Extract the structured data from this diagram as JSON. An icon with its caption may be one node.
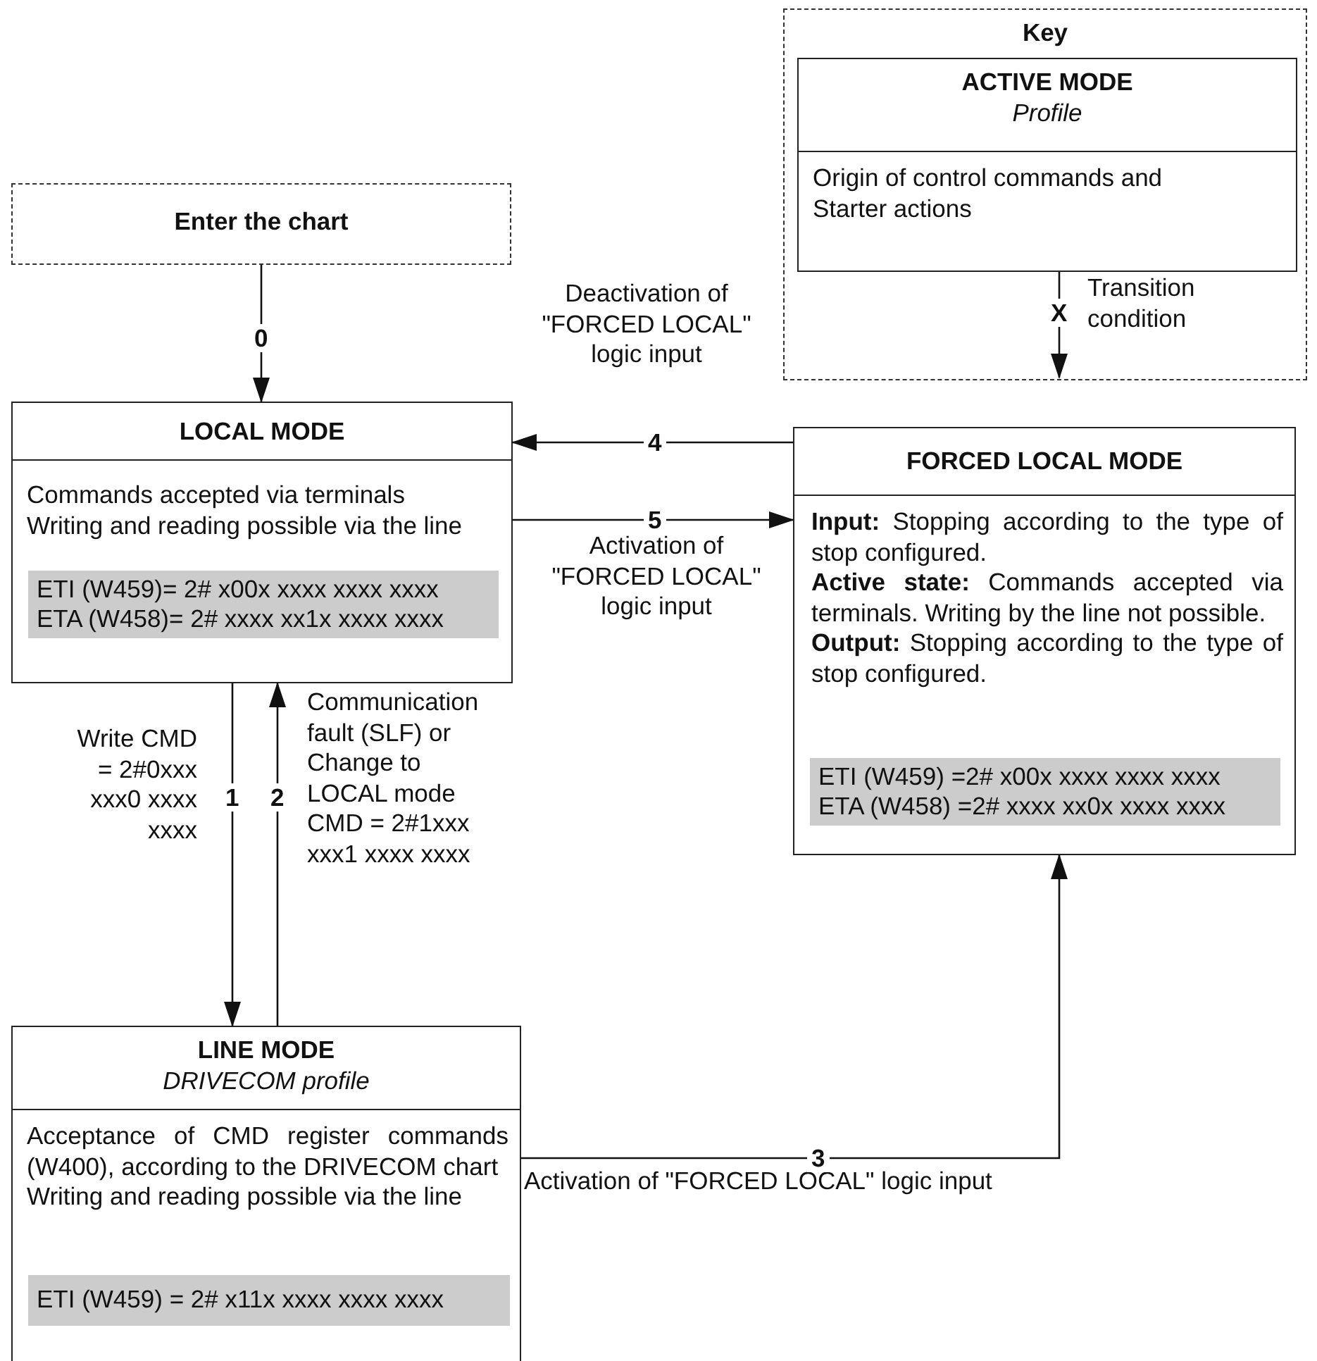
{
  "diagram": {
    "nodes": [
      {
        "text": [
          "Enter the chart"
        ]
      },
      {
        "text": [
          "LOCAL MODE",
          "Commands accepted via terminals",
          "Writing and reading possible via the line"
        ]
      },
      {
        "text": [
          "ETI (W459)= 2# x00x xxxx xxxx xxxx",
          "ETA (W458)= 2# xxxx xx1x xxxx xxxx"
        ],
        "in": 1
      },
      {
        "text": [
          "Key"
        ]
      },
      {
        "text": [
          "ACTIVE MODE",
          "Profile",
          "Origin of control commands and Starter actions"
        ],
        "in": 3
      },
      {
        "text": [
          "FORCED LOCAL MODE",
          "**Input:** Stopping according to the type of stop configured.",
          "**Active state:** Commands accepted via terminals. Writing by the line not possible.",
          "**Output:** Stopping according to the type of stop configured."
        ]
      },
      {
        "text": [
          "ETI (W459) =2# x00x xxxx xxxx xxxx",
          "ETA (W458) =2# xxxx xx0x xxxx xxxx"
        ],
        "in": 5
      },
      {
        "text": [
          "LINE MODE",
          "DRIVECOM profile",
          "Acceptance of CMD register commands (W400), according to the DRIVECOM chart",
          "Writing and reading possible via the line"
        ]
      },
      {
        "text": [
          "ETI (W459) = 2# x11x xxxx xxxx xxxx"
        ],
        "in": 7
      }
    ],
    "edges": [
      {
        "from": 0,
        "to": 1,
        "arrow": "to",
        "label": "0"
      },
      {
        "from": 5,
        "to": 1,
        "arrow": "to",
        "label": "4"
      },
      {
        "from": 1,
        "to": 5,
        "arrow": "to",
        "label": "5"
      },
      {
        "from": 1,
        "to": 7,
        "arrow": "to",
        "label": "1"
      },
      {
        "from": 7,
        "to": 1,
        "arrow": "to",
        "label": "2"
      },
      {
        "from": 7,
        "to": 5,
        "arrow": "to",
        "label": "3"
      },
      {
        "from": 4,
        "to": null,
        "arrow": "to",
        "label": "X"
      }
    ],
    "labels": [
      "Deactivation of \"FORCED LOCAL\" logic input",
      "Transition condition",
      "Activation of \"FORCED LOCAL\" logic input",
      "Write CMD = 2#0xxx xxx0 xxxx xxxx",
      "Communication fault (SLF) or Change to LOCAL mode CMD = 2#1xxx xxx1 xxxx xxxx",
      "Activation of \"FORCED LOCAL\" logic input"
    ]
  }
}
